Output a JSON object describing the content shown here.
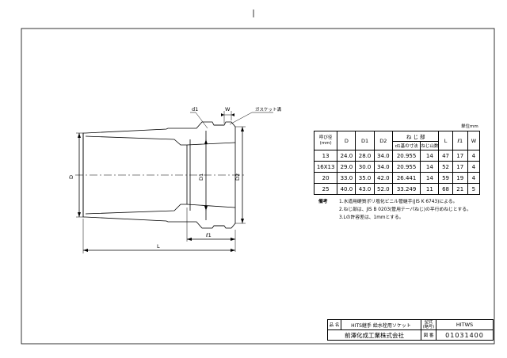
{
  "drawing": {
    "labels": {
      "d1": "d1",
      "W": "W",
      "gasket": "ガスケット溝",
      "D": "D",
      "D1": "D1",
      "D2": "D2",
      "L": "L",
      "l1": "ℓ1"
    }
  },
  "unit_label": "単位mm",
  "table": {
    "headers": {
      "nominal": "呼び径\n(mm)",
      "D": "D",
      "D1": "D1",
      "D2": "D2",
      "thread_group": "ね じ 部",
      "thread_d1": "d1基の寸法",
      "thread_count": "ねじ山数",
      "L": "L",
      "l1": "ℓ1",
      "W": "W"
    },
    "rows": [
      {
        "nominal": "13",
        "D": "24.0",
        "D1": "28.0",
        "D2": "34.0",
        "d1": "20.955",
        "n": "14",
        "L": "47",
        "l1": "17",
        "W": "4"
      },
      {
        "nominal": "16X13",
        "D": "29.0",
        "D1": "30.0",
        "D2": "34.0",
        "d1": "20.955",
        "n": "14",
        "L": "52",
        "l1": "17",
        "W": "4"
      },
      {
        "nominal": "20",
        "D": "33.0",
        "D1": "35.0",
        "D2": "42.0",
        "d1": "26.441",
        "n": "14",
        "L": "59",
        "l1": "19",
        "W": "4"
      },
      {
        "nominal": "25",
        "D": "40.0",
        "D1": "43.0",
        "D2": "52.0",
        "d1": "33.249",
        "n": "11",
        "L": "68",
        "l1": "21",
        "W": "5"
      }
    ]
  },
  "notes": {
    "label": "備考",
    "items": [
      "1.水道用硬質ポリ塩化ビニル管継手(JIS K 6743)による。",
      "2.ねじ部は、JIS B 0203(管用テーパねじ)の平行めねじとする。",
      "3.Lの許容差は、1mmとする。"
    ]
  },
  "title_block": {
    "name_label": "品 名",
    "name_value": "HITS継手 給水栓用ソケット",
    "model_label": "型式\n(略号)",
    "model_value": "HITWS",
    "company": "前澤化成工業株式会社",
    "drawing_no_label": "図 番",
    "drawing_no_value": "01031400"
  },
  "colors": {
    "line": "#000000",
    "background": "#ffffff"
  }
}
